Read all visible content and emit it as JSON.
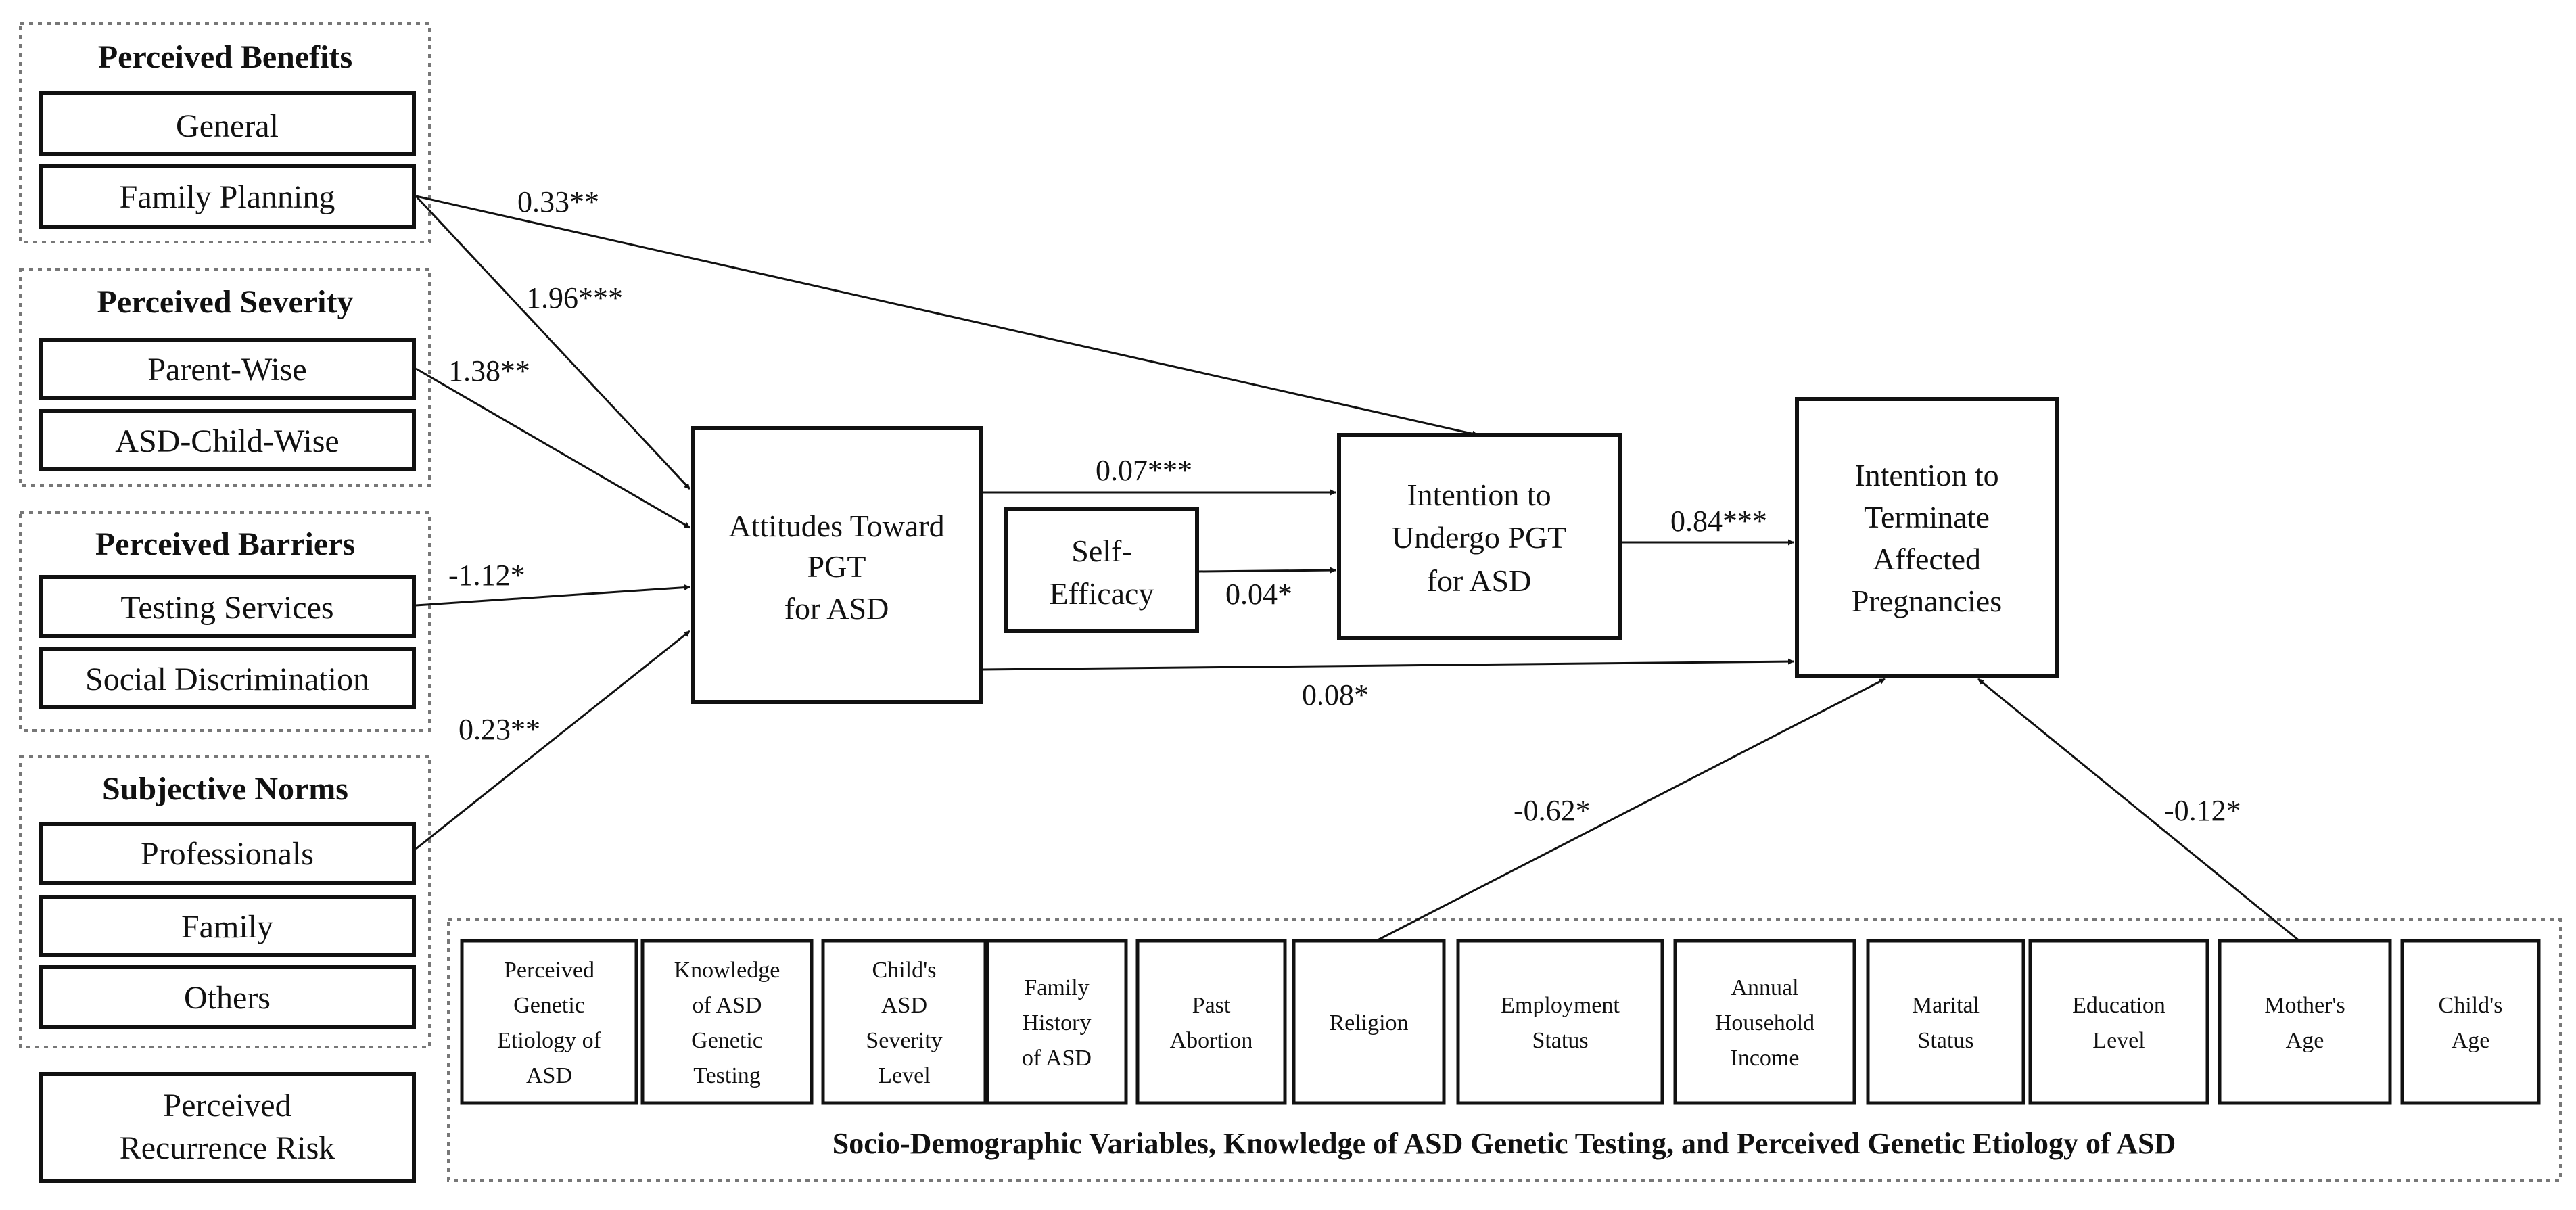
{
  "groups": {
    "perceived_benefits": {
      "title": "Perceived Benefits",
      "items": [
        "General",
        "Family Planning"
      ]
    },
    "perceived_severity": {
      "title": "Perceived Severity",
      "items": [
        "Parent-Wise",
        "ASD-Child-Wise"
      ]
    },
    "perceived_barriers": {
      "title": "Perceived Barriers",
      "items": [
        "Testing Services",
        "Social Discrimination"
      ]
    },
    "subjective_norms": {
      "title": "Subjective Norms",
      "items": [
        "Professionals",
        "Family",
        "Others"
      ]
    }
  },
  "recurrence_risk": [
    "Perceived",
    "Recurrence Risk"
  ],
  "attitudes": [
    "Attitudes Toward",
    "PGT",
    "for ASD"
  ],
  "self_efficacy": [
    "Self-",
    "Efficacy"
  ],
  "intention_pgt": [
    "Intention to",
    "Undergo PGT",
    "for ASD"
  ],
  "intention_terminate": [
    "Intention to",
    "Terminate",
    "Affected",
    "Pregnancies"
  ],
  "coefficients": {
    "family_planning_to_intention_pgt": "0.33**",
    "family_planning_to_attitudes": "1.96***",
    "parent_wise_to_attitudes": "1.38**",
    "testing_services_to_attitudes": "-1.12*",
    "professionals_to_attitudes": "0.23**",
    "attitudes_to_intention_pgt": "0.07***",
    "self_efficacy_to_intention_pgt": "0.04*",
    "intention_pgt_to_terminate": "0.84***",
    "attitudes_to_terminate": "0.08*",
    "religion_to_terminate": "-0.62*",
    "mothers_age_to_terminate": "-0.12*"
  },
  "demographics": [
    [
      "Perceived",
      "Genetic",
      "Etiology of",
      "ASD"
    ],
    [
      "Knowledge",
      "of ASD",
      "Genetic",
      "Testing"
    ],
    [
      "Child's",
      "ASD",
      "Severity",
      "Level"
    ],
    [
      "Family",
      "History",
      "of ASD"
    ],
    [
      "Past",
      "Abortion"
    ],
    [
      "Religion"
    ],
    [
      "Employment",
      "Status"
    ],
    [
      "Annual",
      "Household",
      "Income"
    ],
    [
      "Marital",
      "Status"
    ],
    [
      "Education",
      "Level"
    ],
    [
      "Mother's",
      "Age"
    ],
    [
      "Child's",
      "Age"
    ]
  ],
  "demographics_footer": "Socio-Demographic Variables, Knowledge of ASD Genetic Testing, and Perceived Genetic Etiology of ASD"
}
